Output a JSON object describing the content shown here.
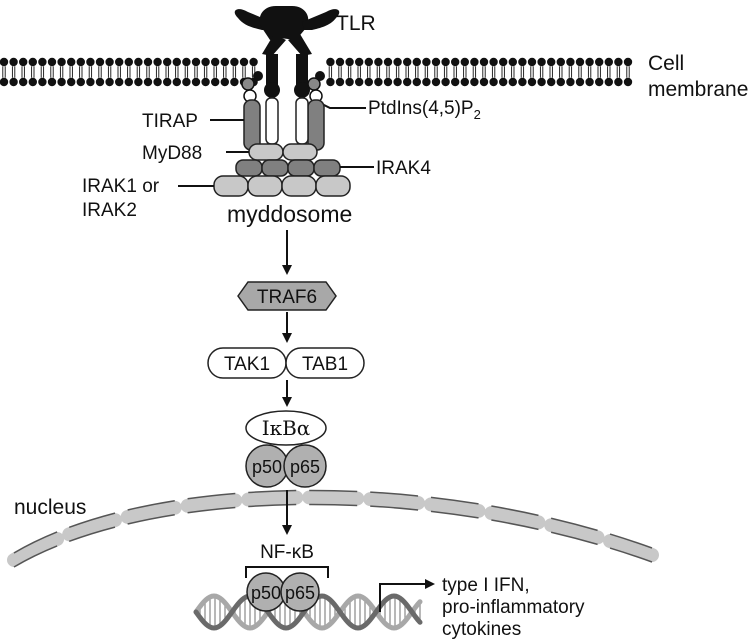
{
  "labels": {
    "tlr": "TLR",
    "cell_membrane_line1": "Cell",
    "cell_membrane_line2": "membrane",
    "ptdins_main": "PtdIns(4,5)P",
    "ptdins_sub": "2",
    "tirap": "TIRAP",
    "myd88": "MyD88",
    "irak4": "IRAK4",
    "irak1_line1": "IRAK1 or",
    "irak1_line2": "IRAK2",
    "myddosome": "myddosome",
    "traf6": "TRAF6",
    "tak1": "TAK1",
    "tab1": "TAB1",
    "ikba": "IκBα",
    "p50": "p50",
    "p65": "p65",
    "nucleus": "nucleus",
    "nfkb": "NF-κB",
    "p50_dna": "p50",
    "p65_dna": "p65",
    "output_line1": "type I IFN,",
    "output_line2": "pro-inflammatory",
    "output_line3": "cytokines"
  },
  "colors": {
    "dark": "#111111",
    "grey_dark": "#808080",
    "grey_mid": "#9a9a9a",
    "grey_light": "#c8c8c8",
    "white": "#ffffff"
  }
}
